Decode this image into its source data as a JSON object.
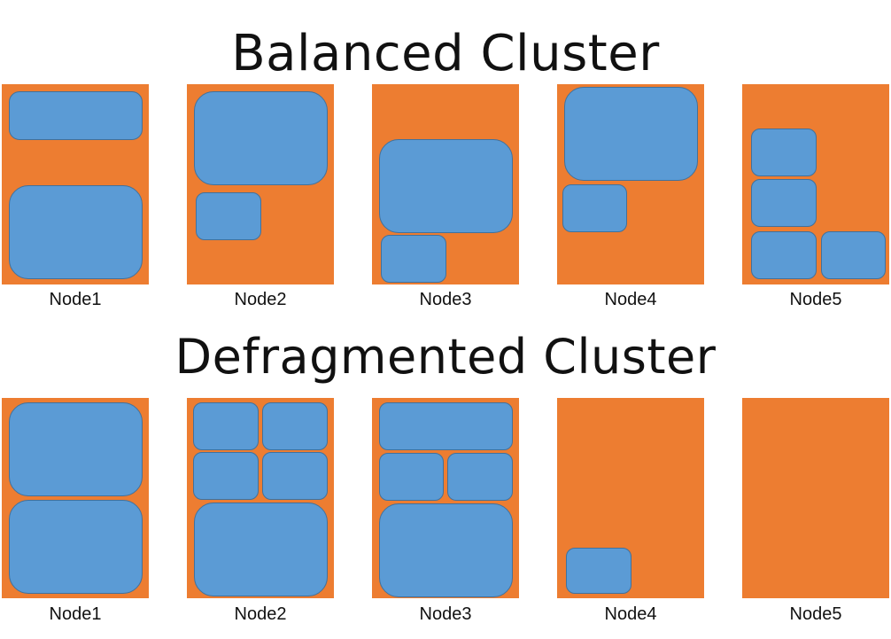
{
  "sections": [
    {
      "title": "Balanced Cluster",
      "nodes": [
        {
          "label": "Node1"
        },
        {
          "label": "Node2"
        },
        {
          "label": "Node3"
        },
        {
          "label": "Node4"
        },
        {
          "label": "Node5"
        }
      ]
    },
    {
      "title": "Defragmented Cluster",
      "nodes": [
        {
          "label": "Node1"
        },
        {
          "label": "Node2"
        },
        {
          "label": "Node3"
        },
        {
          "label": "Node4"
        },
        {
          "label": "Node5"
        }
      ]
    }
  ],
  "colors": {
    "node_fill": "#ed7d31",
    "pod_fill": "#5b9bd5",
    "pod_border": "#41719c"
  }
}
